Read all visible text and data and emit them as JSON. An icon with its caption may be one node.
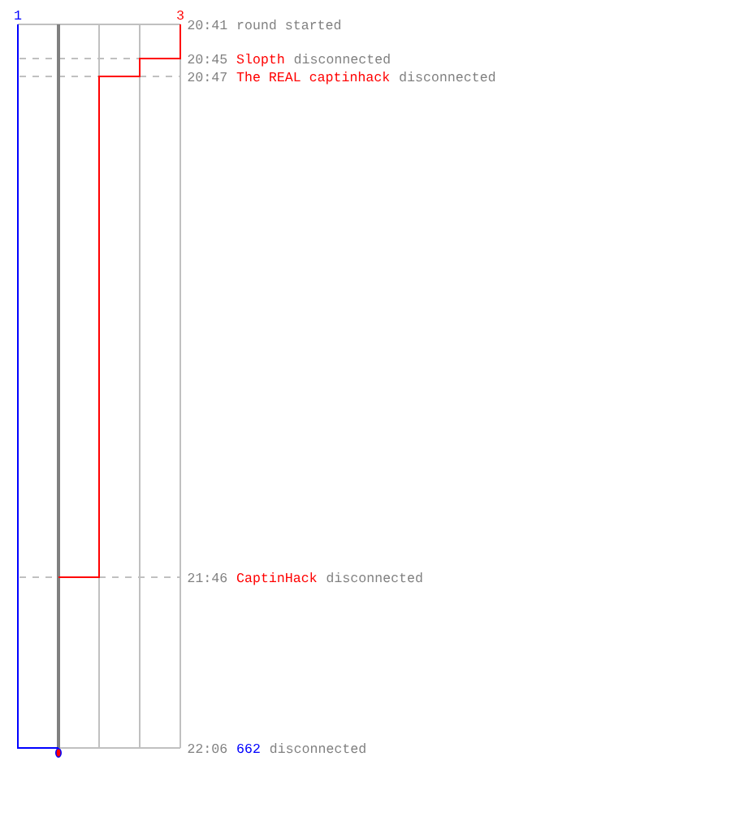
{
  "diagram": {
    "labels": [
      "1",
      "3",
      "20:41",
      "round started",
      "20:45",
      "Slopth",
      "disconnected",
      "20:47",
      "The REAL captinhack",
      "disconnected",
      "21:46",
      "CaptinHack",
      "disconnected",
      "22:06",
      "662",
      "disconnected"
    ]
  }
}
